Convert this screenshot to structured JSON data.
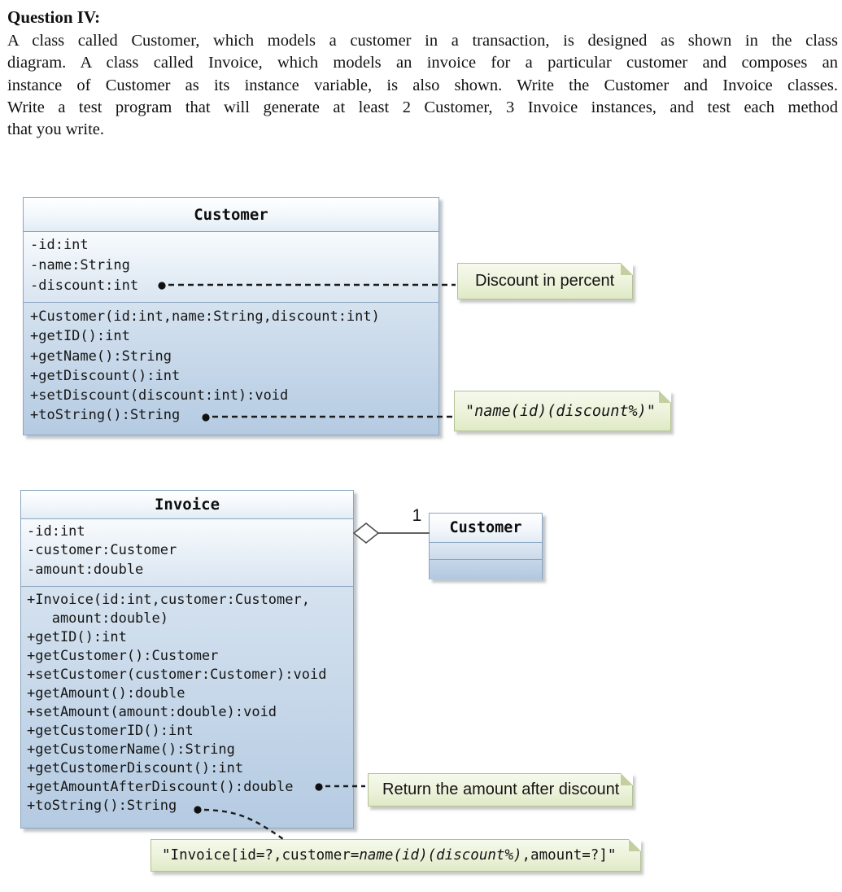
{
  "question": {
    "title": "Question IV:",
    "lines": [
      "A class called Customer, which models a customer in a transaction, is designed as shown in the class",
      "diagram. A class called Invoice, which models an invoice for a particular customer and composes an",
      "instance of Customer as its instance variable, is also shown. Write the Customer and Invoice classes.",
      "Write a test program that will generate at least 2 Customer, 3 Invoice instances, and test each method",
      "that you write."
    ]
  },
  "customer_class": {
    "title": "Customer",
    "attributes": [
      "-id:int",
      "-name:String",
      "-discount:int"
    ],
    "methods": [
      "+Customer(id:int,name:String,discount:int)",
      "+getID():int",
      "+getName():String",
      "+getDiscount():int",
      "+setDiscount(discount:int):void",
      "+toString():String"
    ]
  },
  "invoice_class": {
    "title": "Invoice",
    "attributes": [
      "-id:int",
      "-customer:Customer",
      "-amount:double"
    ],
    "methods": [
      "+Invoice(id:int,customer:Customer,",
      "   amount:double)",
      "+getID():int",
      "+getCustomer():Customer",
      "+setCustomer(customer:Customer):void",
      "+getAmount():double",
      "+setAmount(amount:double):void",
      "+getCustomerID():int",
      "+getCustomerName():String",
      "+getCustomerDiscount():int",
      "+getAmountAfterDiscount():double",
      "+toString():String"
    ]
  },
  "association": {
    "multiplicity": "1",
    "target_class": "Customer"
  },
  "notes": {
    "discount": {
      "text": "Discount in percent"
    },
    "customer_tostring": {
      "prefix": "\"",
      "italic": "name(id)(discount%)",
      "suffix": "\""
    },
    "amount_after_discount": {
      "text": "Return the amount after discount"
    },
    "invoice_tostring": {
      "prefix": "\"Invoice[id=?,customer=",
      "italic": "name(id)(discount%)",
      "suffix": ",amount=?]\""
    }
  },
  "colors": {
    "class_border": "#8aa5bf",
    "class_fill_bottom": "#b5cbe2",
    "note_fill": "#ecf2da",
    "note_border": "#b4c194",
    "connector": "#1b1b1b"
  }
}
